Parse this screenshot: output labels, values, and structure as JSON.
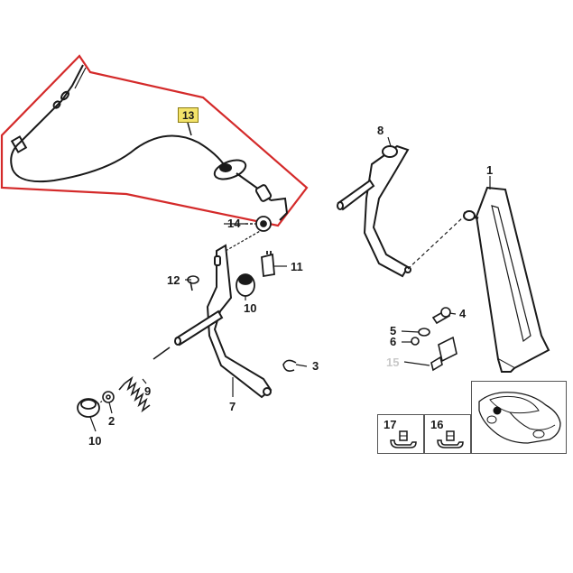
{
  "callouts": {
    "c1": "1",
    "c2": "2",
    "c3": "3",
    "c4": "4",
    "c5": "5",
    "c6": "6",
    "c7": "7",
    "c8": "8",
    "c9": "9",
    "c10a": "10",
    "c10b": "10",
    "c11": "11",
    "c12": "12",
    "c13": "13",
    "c14": "14",
    "c15": "15",
    "c16": "16",
    "c17": "17"
  },
  "colors": {
    "highlight_outline": "#d42a2a",
    "highlight_badge": "#f3e36a",
    "line": "#1a1a1a",
    "faded_label": "#c9c9c9"
  },
  "icons": [
    "car-location-icon",
    "clip-icon"
  ]
}
